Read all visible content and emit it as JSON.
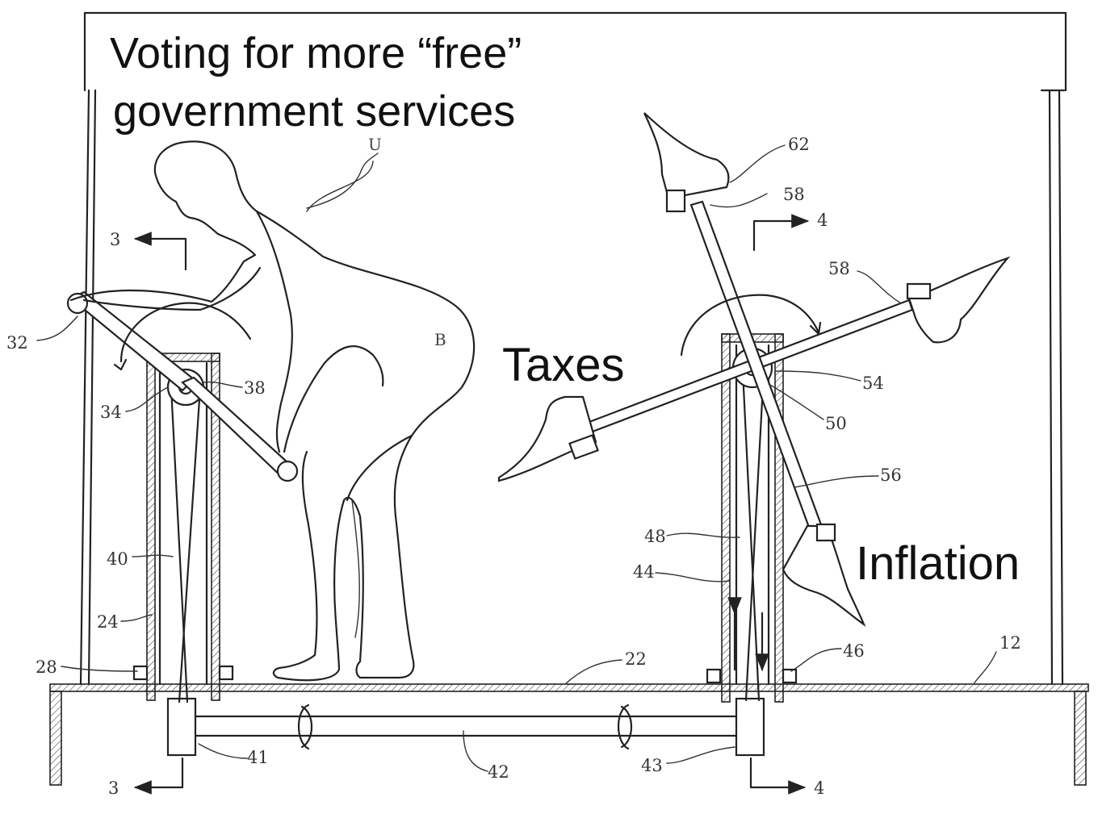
{
  "title": {
    "line1": "Voting for more “free”",
    "line2": "government services"
  },
  "captions": {
    "taxes": "Taxes",
    "inflation": "Inflation"
  },
  "labels": {
    "user": "U",
    "buttocks": "B",
    "r12": "12",
    "r22": "22",
    "r24": "24",
    "r28": "28",
    "r32": "32",
    "r34": "34",
    "r38": "38",
    "r40": "40",
    "r41": "41",
    "r42": "42",
    "r43": "43",
    "r44": "44",
    "r46": "46",
    "r48": "48",
    "r50": "50",
    "r54": "54",
    "r56": "56",
    "r58a": "58",
    "r58b": "58",
    "r62": "62",
    "sec3_top": "3",
    "sec3_bottom": "3",
    "sec4_top": "4",
    "sec4_bottom": "4"
  }
}
